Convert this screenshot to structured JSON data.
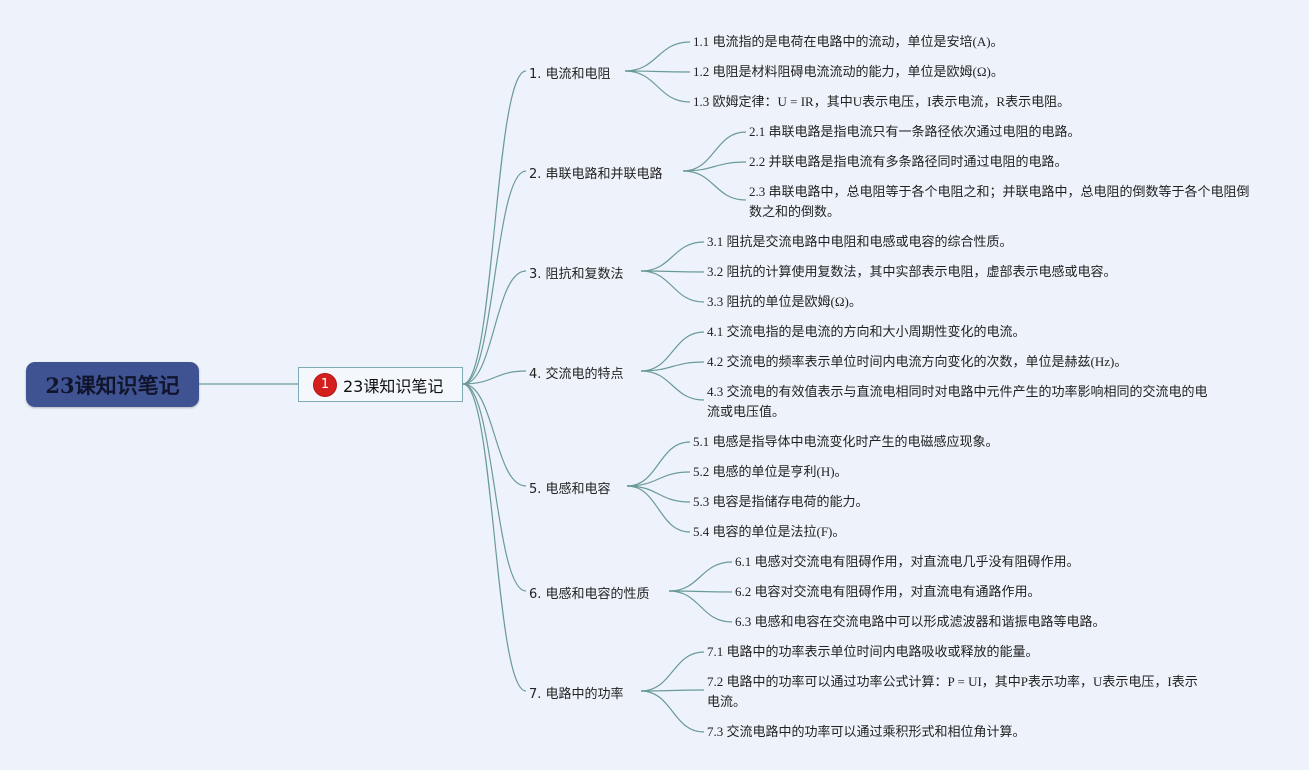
{
  "root": {
    "label": "23课知识笔记"
  },
  "topic": {
    "badge": "1",
    "label": "23课知识笔记"
  },
  "branches": [
    {
      "label": "1. 电流和电阻",
      "items": [
        "1.1 电流指的是电荷在电路中的流动，单位是安培(A)。",
        "1.2 电阻是材料阻碍电流流动的能力，单位是欧姆(Ω)。",
        "1.3 欧姆定律：U = IR，其中U表示电压，I表示电流，R表示电阻。"
      ]
    },
    {
      "label": "2. 串联电路和并联电路",
      "items": [
        "2.1 串联电路是指电流只有一条路径依次通过电阻的电路。",
        "2.2 并联电路是指电流有多条路径同时通过电阻的电路。",
        "2.3 串联电路中，总电阻等于各个电阻之和；并联电路中，总电阻的倒数等于各个电阻倒数之和的倒数。"
      ]
    },
    {
      "label": "3. 阻抗和复数法",
      "items": [
        "3.1 阻抗是交流电路中电阻和电感或电容的综合性质。",
        "3.2 阻抗的计算使用复数法，其中实部表示电阻，虚部表示电感或电容。",
        "3.3 阻抗的单位是欧姆(Ω)。"
      ]
    },
    {
      "label": "4. 交流电的特点",
      "items": [
        "4.1 交流电指的是电流的方向和大小周期性变化的电流。",
        "4.2 交流电的频率表示单位时间内电流方向变化的次数，单位是赫兹(Hz)。",
        "4.3 交流电的有效值表示与直流电相同时对电路中元件产生的功率影响相同的交流电的电流或电压值。"
      ]
    },
    {
      "label": "5. 电感和电容",
      "items": [
        "5.1 电感是指导体中电流变化时产生的电磁感应现象。",
        "5.2 电感的单位是亨利(H)。",
        "5.3 电容是指储存电荷的能力。",
        "5.4 电容的单位是法拉(F)。"
      ]
    },
    {
      "label": "6. 电感和电容的性质",
      "items": [
        "6.1 电感对交流电有阻碍作用，对直流电几乎没有阻碍作用。",
        "6.2 电容对交流电有阻碍作用，对直流电有通路作用。",
        "6.3 电感和电容在交流电路中可以形成滤波器和谐振电路等电路。"
      ]
    },
    {
      "label": "7. 电路中的功率",
      "items": [
        "7.1 电路中的功率表示单位时间内电路吸收或释放的能量。",
        "7.2 电路中的功率可以通过功率公式计算：P = UI，其中P表示功率，U表示电压，I表示电流。",
        "7.3 交流电路中的功率可以通过乘积形式和相位角计算。"
      ]
    }
  ],
  "colors": {
    "background": "#eef3fb",
    "root_fill": "#3f5393",
    "badge": "#d41f1f",
    "connector": "#6a9a98"
  }
}
